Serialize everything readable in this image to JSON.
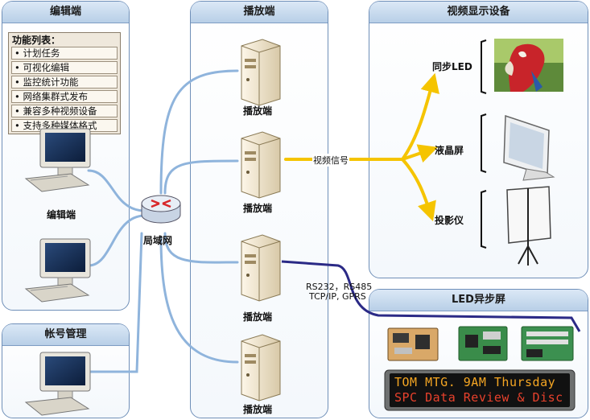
{
  "panels": {
    "editor_title": "编辑端",
    "player_title": "播放端",
    "display_title": "视频显示设备",
    "led_async_title": "LED异步屏",
    "account_title": "帐号管理"
  },
  "features": {
    "title": "功能列表：",
    "items": [
      "• 计划任务",
      "• 可视化编辑",
      "• 监控统计功能",
      "• 网络集群式发布",
      "• 兼容多种视频设备",
      "• 支持多种媒体格式"
    ]
  },
  "labels": {
    "editor_pc": "编辑端",
    "router": "局域网",
    "server_1": "播放端",
    "server_2": "播放端",
    "server_3": "播放端",
    "server_4": "播放端",
    "video_signal": "视频信号",
    "sync_led": "同步LED",
    "lcd": "液晶屏",
    "projector": "投影仪",
    "serial_line1": "RS232，RS485",
    "serial_line2": "TCP/IP, GPRS"
  },
  "led_sign": {
    "line1": "TOM MTG. 9AM Thursday",
    "line2": "SPC Data Review & Disc"
  },
  "colors": {
    "network_line": "#8fb4dc",
    "signal_line": "#f5c400",
    "serial_line": "#2b2a86",
    "panel_border": "#6f8fb8"
  }
}
